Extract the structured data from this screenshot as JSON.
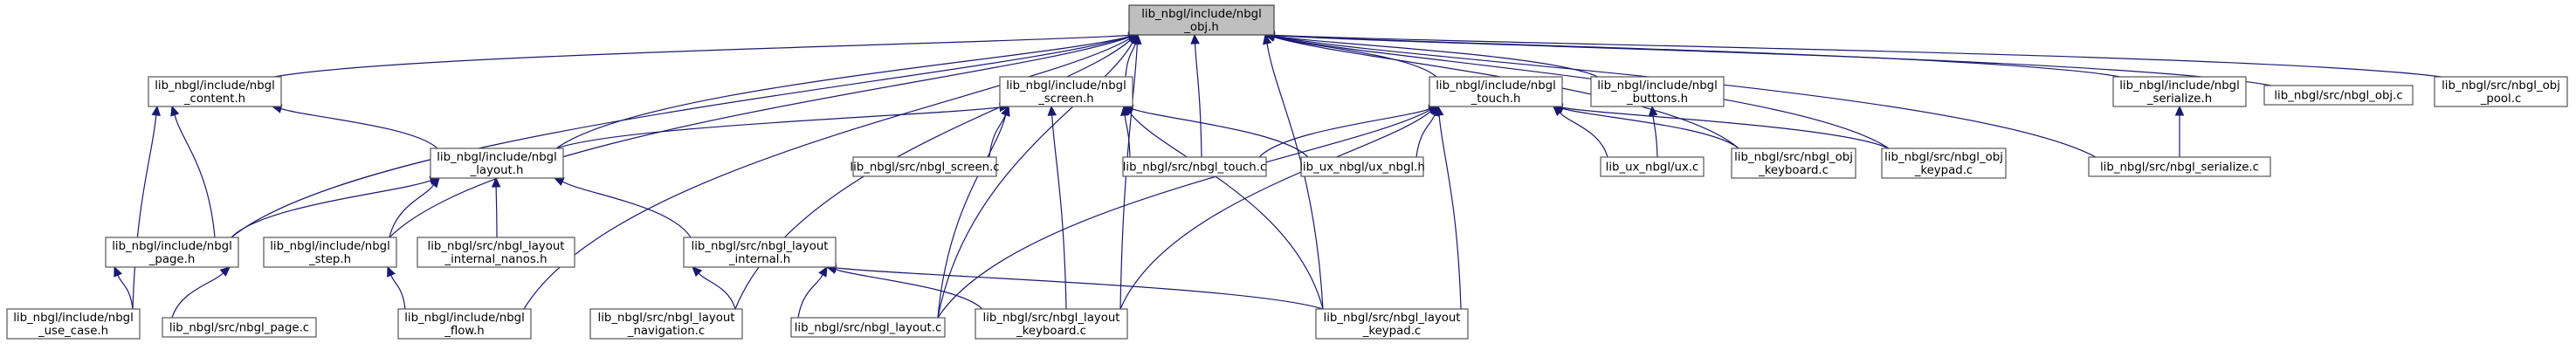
{
  "colors": {
    "edge": "#191970",
    "node_border": "#555555",
    "root_fill": "#bfbfbf",
    "node_fill": "#ffffff"
  },
  "nodes": [
    {
      "id": "obj_h",
      "root": true,
      "lines": [
        "lib_nbgl/include/nbgl",
        "_obj.h"
      ]
    },
    {
      "id": "content_h",
      "lines": [
        "lib_nbgl/include/nbgl",
        "_content.h"
      ]
    },
    {
      "id": "screen_h",
      "lines": [
        "lib_nbgl/include/nbgl",
        "_screen.h"
      ]
    },
    {
      "id": "touch_h",
      "lines": [
        "lib_nbgl/include/nbgl",
        "_touch.h"
      ]
    },
    {
      "id": "buttons_h",
      "lines": [
        "lib_nbgl/include/nbgl",
        "_buttons.h"
      ]
    },
    {
      "id": "serialize_h",
      "lines": [
        "lib_nbgl/include/nbgl",
        "_serialize.h"
      ]
    },
    {
      "id": "obj_c",
      "lines": [
        "lib_nbgl/src/nbgl_obj.c"
      ]
    },
    {
      "id": "obj_pool_c",
      "lines": [
        "lib_nbgl/src/nbgl_obj",
        "_pool.c"
      ]
    },
    {
      "id": "layout_h",
      "lines": [
        "lib_nbgl/include/nbgl",
        "_layout.h"
      ]
    },
    {
      "id": "screen_c",
      "lines": [
        "lib_nbgl/src/nbgl_screen.c"
      ]
    },
    {
      "id": "touch_c",
      "lines": [
        "lib_nbgl/src/nbgl_touch.c"
      ]
    },
    {
      "id": "ux_nbgl_h",
      "lines": [
        "lib_ux_nbgl/ux_nbgl.h"
      ]
    },
    {
      "id": "ux_c",
      "lines": [
        "lib_ux_nbgl/ux.c"
      ]
    },
    {
      "id": "obj_keyboard_c",
      "lines": [
        "lib_nbgl/src/nbgl_obj",
        "_keyboard.c"
      ]
    },
    {
      "id": "obj_keypad_c",
      "lines": [
        "lib_nbgl/src/nbgl_obj",
        "_keypad.c"
      ]
    },
    {
      "id": "serialize_c",
      "lines": [
        "lib_nbgl/src/nbgl_serialize.c"
      ]
    },
    {
      "id": "page_h",
      "lines": [
        "lib_nbgl/include/nbgl",
        "_page.h"
      ]
    },
    {
      "id": "step_h",
      "lines": [
        "lib_nbgl/include/nbgl",
        "_step.h"
      ]
    },
    {
      "id": "layout_internal_nanos_h",
      "lines": [
        "lib_nbgl/src/nbgl_layout",
        "_internal_nanos.h"
      ]
    },
    {
      "id": "layout_internal_h",
      "lines": [
        "lib_nbgl/src/nbgl_layout",
        "_internal.h"
      ]
    },
    {
      "id": "use_case_h",
      "lines": [
        "lib_nbgl/include/nbgl",
        "_use_case.h"
      ]
    },
    {
      "id": "page_c",
      "lines": [
        "lib_nbgl/src/nbgl_page.c"
      ]
    },
    {
      "id": "flow_h",
      "lines": [
        "lib_nbgl/include/nbgl",
        "_flow.h"
      ]
    },
    {
      "id": "layout_navigation_c",
      "lines": [
        "lib_nbgl/src/nbgl_layout",
        "_navigation.c"
      ]
    },
    {
      "id": "layout_c",
      "lines": [
        "lib_nbgl/src/nbgl_layout.c"
      ]
    },
    {
      "id": "layout_keyboard_c",
      "lines": [
        "lib_nbgl/src/nbgl_layout",
        "_keyboard.c"
      ]
    },
    {
      "id": "layout_keypad_c",
      "lines": [
        "lib_nbgl/src/nbgl_layout",
        "_keypad.c"
      ]
    }
  ],
  "edges": [
    [
      "content_h",
      "obj_h"
    ],
    [
      "screen_h",
      "obj_h"
    ],
    [
      "touch_h",
      "obj_h"
    ],
    [
      "buttons_h",
      "obj_h"
    ],
    [
      "serialize_h",
      "obj_h"
    ],
    [
      "obj_c",
      "obj_h"
    ],
    [
      "obj_pool_c",
      "obj_h"
    ],
    [
      "layout_h",
      "obj_h"
    ],
    [
      "page_h",
      "obj_h"
    ],
    [
      "step_h",
      "obj_h"
    ],
    [
      "flow_h",
      "obj_h"
    ],
    [
      "layout_navigation_c",
      "obj_h"
    ],
    [
      "layout_c",
      "obj_h"
    ],
    [
      "layout_keyboard_c",
      "obj_h"
    ],
    [
      "touch_c",
      "obj_h"
    ],
    [
      "layout_keypad_c",
      "obj_h"
    ],
    [
      "obj_keyboard_c",
      "obj_h"
    ],
    [
      "obj_keypad_c",
      "obj_h"
    ],
    [
      "serialize_c",
      "obj_h"
    ],
    [
      "layout_h",
      "content_h"
    ],
    [
      "page_h",
      "content_h"
    ],
    [
      "use_case_h",
      "content_h"
    ],
    [
      "layout_h",
      "screen_h"
    ],
    [
      "screen_c",
      "screen_h"
    ],
    [
      "touch_c",
      "screen_h"
    ],
    [
      "ux_nbgl_h",
      "screen_h"
    ],
    [
      "layout_c",
      "screen_h"
    ],
    [
      "layout_keyboard_c",
      "screen_h"
    ],
    [
      "layout_keypad_c",
      "screen_h"
    ],
    [
      "touch_c",
      "touch_h"
    ],
    [
      "ux_nbgl_h",
      "touch_h"
    ],
    [
      "ux_c",
      "touch_h"
    ],
    [
      "obj_keyboard_c",
      "touch_h"
    ],
    [
      "obj_keypad_c",
      "touch_h"
    ],
    [
      "layout_c",
      "touch_h"
    ],
    [
      "layout_keyboard_c",
      "touch_h"
    ],
    [
      "layout_keypad_c",
      "touch_h"
    ],
    [
      "ux_c",
      "buttons_h"
    ],
    [
      "serialize_c",
      "serialize_h"
    ],
    [
      "page_h",
      "layout_h"
    ],
    [
      "step_h",
      "layout_h"
    ],
    [
      "layout_internal_nanos_h",
      "layout_h"
    ],
    [
      "layout_internal_h",
      "layout_h"
    ],
    [
      "use_case_h",
      "page_h"
    ],
    [
      "page_c",
      "page_h"
    ],
    [
      "flow_h",
      "step_h"
    ],
    [
      "layout_navigation_c",
      "layout_internal_h"
    ],
    [
      "layout_c",
      "layout_internal_h"
    ],
    [
      "layout_keyboard_c",
      "layout_internal_h"
    ],
    [
      "layout_keypad_c",
      "layout_internal_h"
    ]
  ]
}
